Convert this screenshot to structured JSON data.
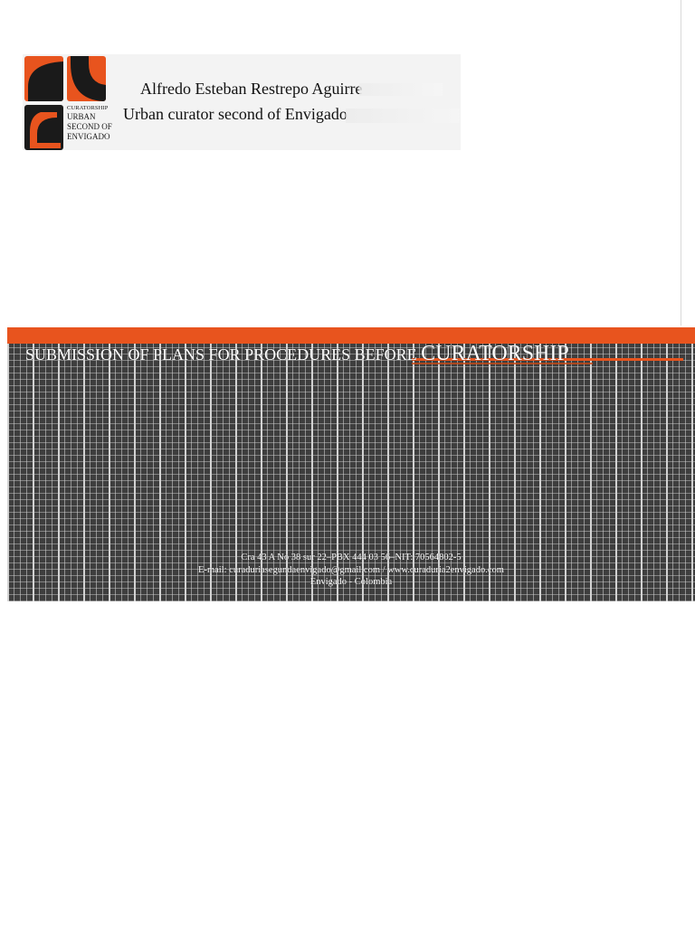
{
  "logo": {
    "icon": "curatorship-logo-icon",
    "small_text": "CURATORSHIP",
    "lines": [
      "URBAN",
      "SECOND OF",
      "ENVIGADO"
    ],
    "colors": {
      "orange": "#e8541e",
      "black": "#1a1a1a"
    }
  },
  "header": {
    "curator_name": "Alfredo Esteban Restrepo Aguirre",
    "curator_title": "Urban curator second of Envigado"
  },
  "banner": {
    "title_lead": "SUBMISSION OF PLANS FOR PROCEDURES BEFORE ",
    "title_strong": "CURATORSHIP",
    "accent_color": "#e8541e",
    "background_color": "#3e3e3e"
  },
  "footer": {
    "address_line": "Cra 43 A No 38 sur 22–PBX 444 03 56–NIT: 70564802-5",
    "email_line": "E-mail: curaduriasegundaenvigado@gmail.com / www.curaduria2envigado.com",
    "city_line": "Envigado - Colombia"
  }
}
